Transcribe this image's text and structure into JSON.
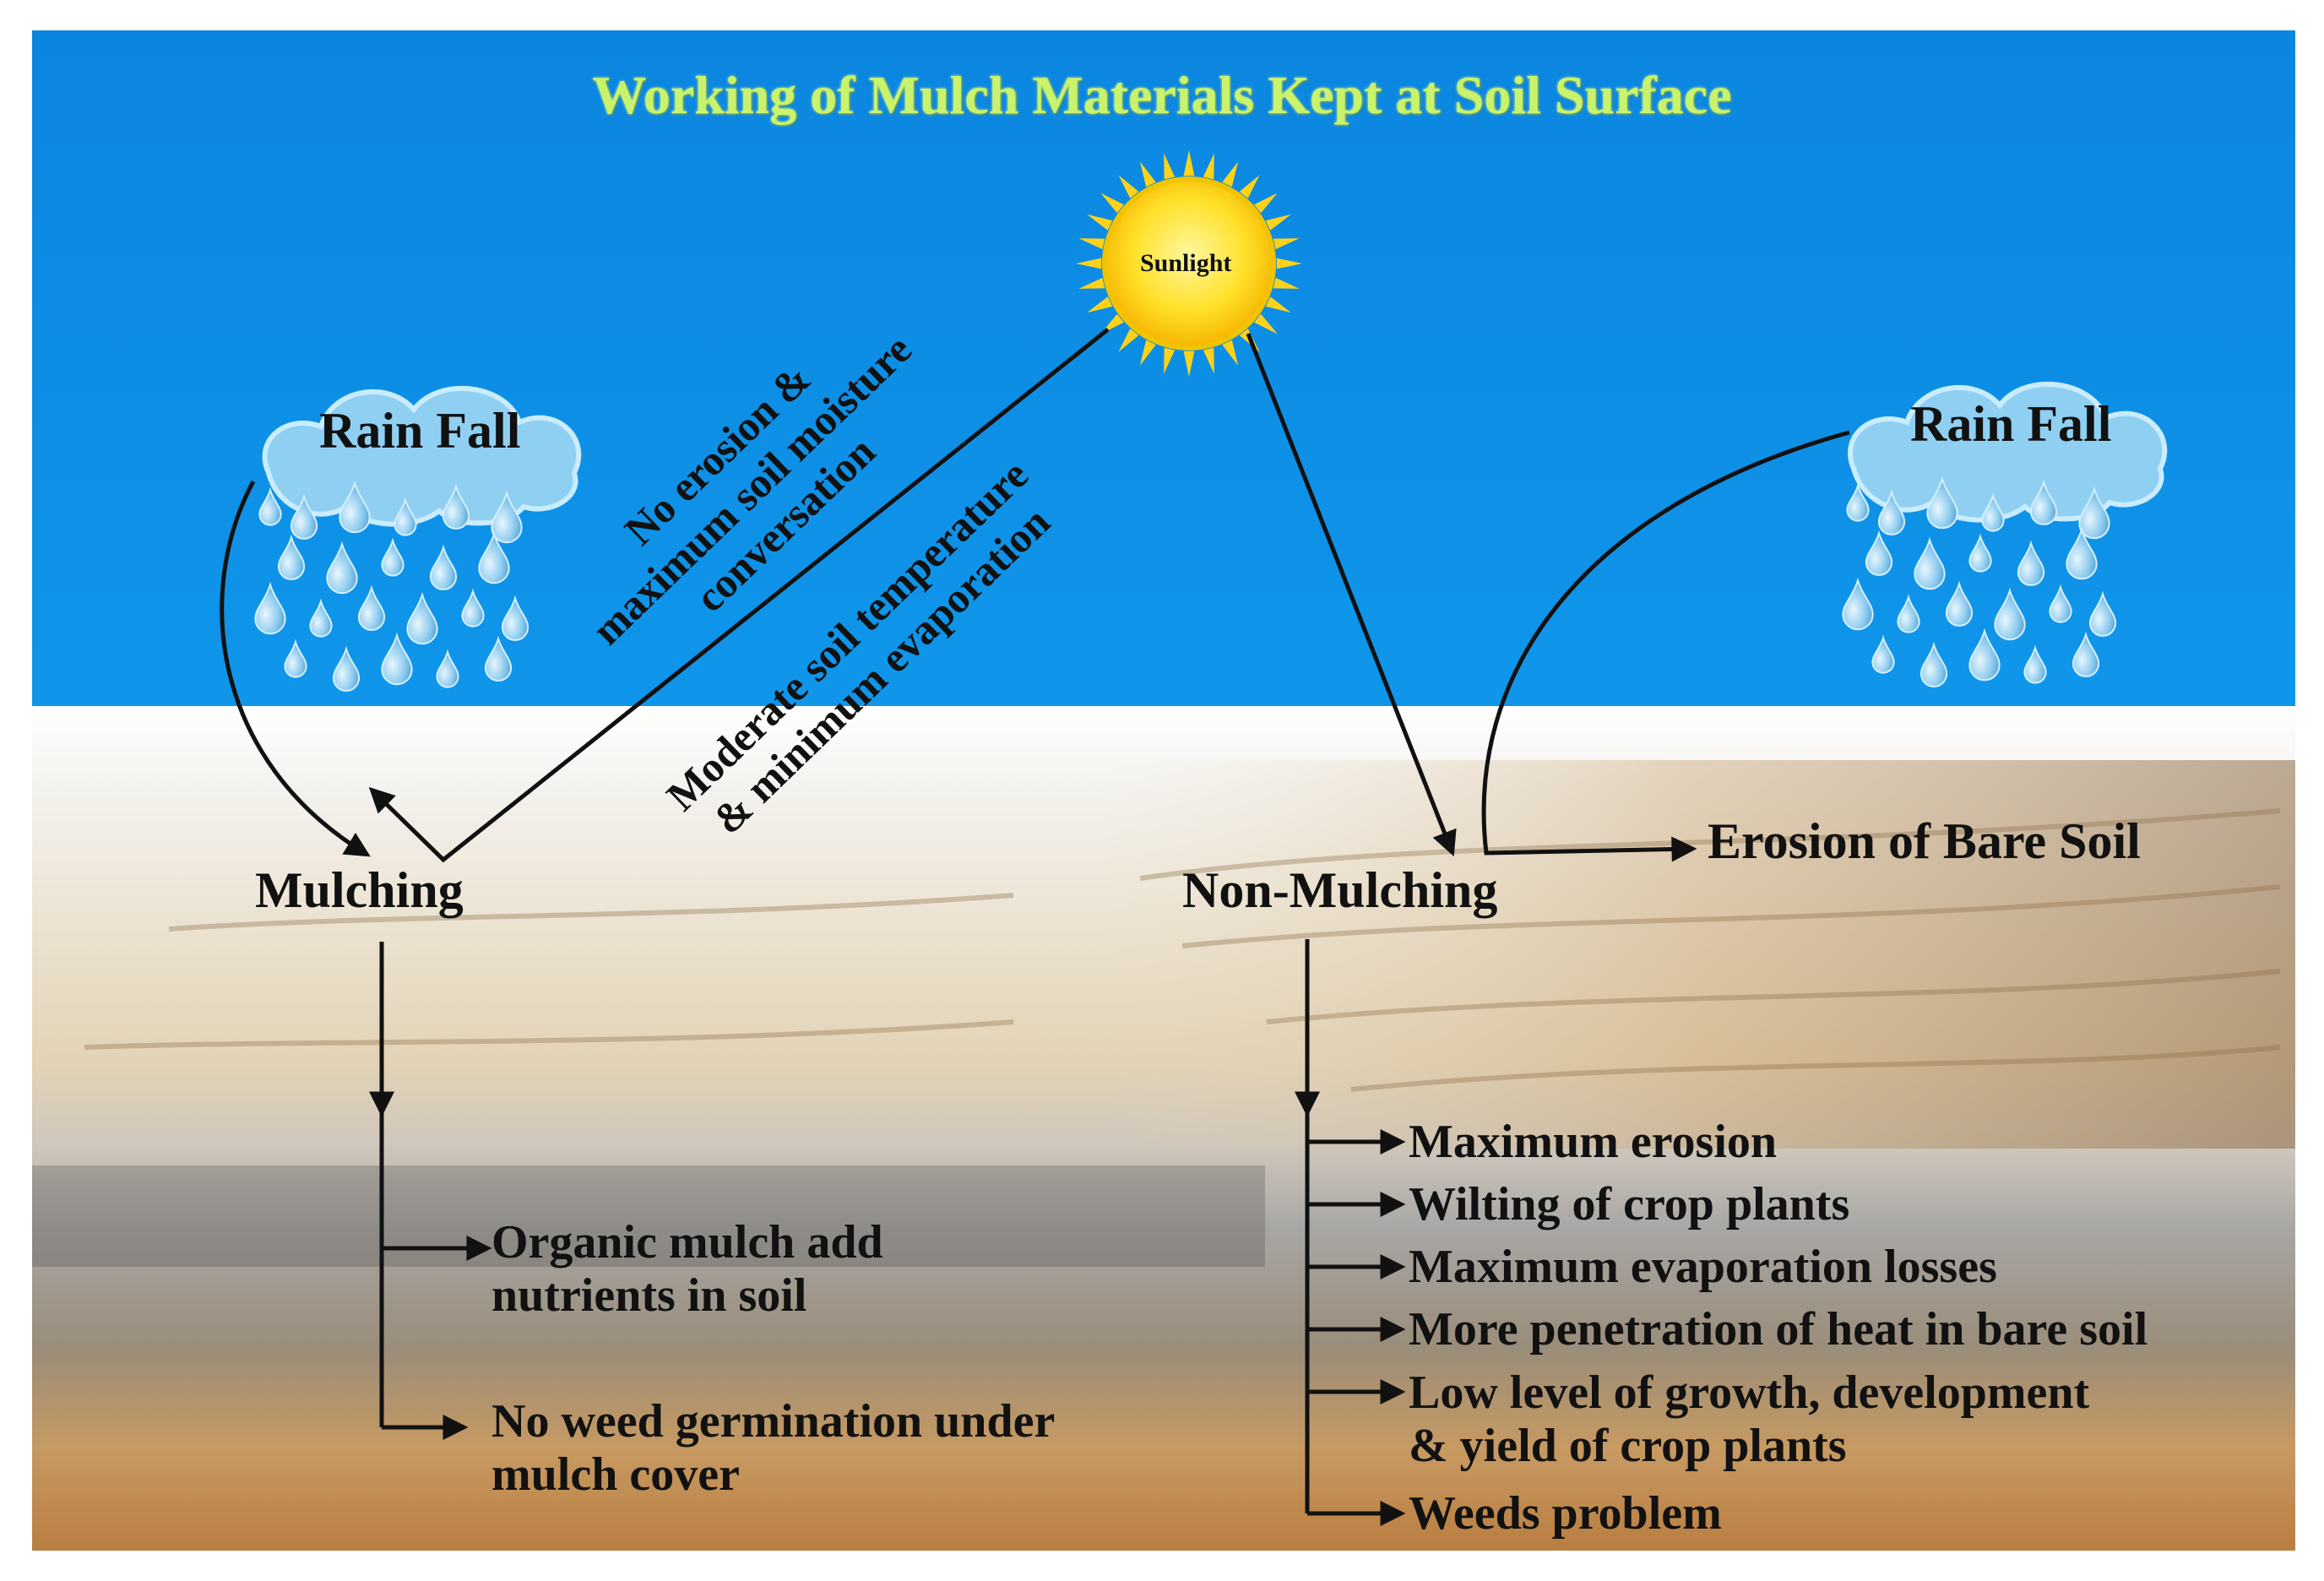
{
  "title": "Working of Mulch Materials Kept at Soil Surface",
  "sun": {
    "label": "Sunlight"
  },
  "rain_left": {
    "label": "Rain Fall"
  },
  "rain_right": {
    "label": "Rain Fall"
  },
  "mulching": {
    "label": "Mulching",
    "effects_from_rain": [
      "No erosion &",
      "maximum soil moisture",
      "conversation"
    ],
    "effects_from_sun": [
      "Moderate soil temperature",
      "& minimum evaporation"
    ],
    "outcomes": [
      [
        "Organic mulch add",
        "nutrients in soil"
      ],
      [
        "No weed germination under",
        "mulch cover"
      ]
    ]
  },
  "non_mulching": {
    "label": "Non-Mulching",
    "erosion": "Erosion of Bare Soil",
    "outcomes": [
      [
        "Maximum erosion"
      ],
      [
        "Wilting of crop plants"
      ],
      [
        "Maximum evaporation losses"
      ],
      [
        "More penetration of heat in bare soil"
      ],
      [
        "Low level of growth, development",
        "& yield of crop plants"
      ],
      [
        "Weeds problem"
      ]
    ]
  },
  "colors": {
    "sky": "#0f8fe6",
    "title": "#c8f36a",
    "sun": "#ffd21a",
    "cloud": "#8fd0f2",
    "arrow": "#111111"
  }
}
